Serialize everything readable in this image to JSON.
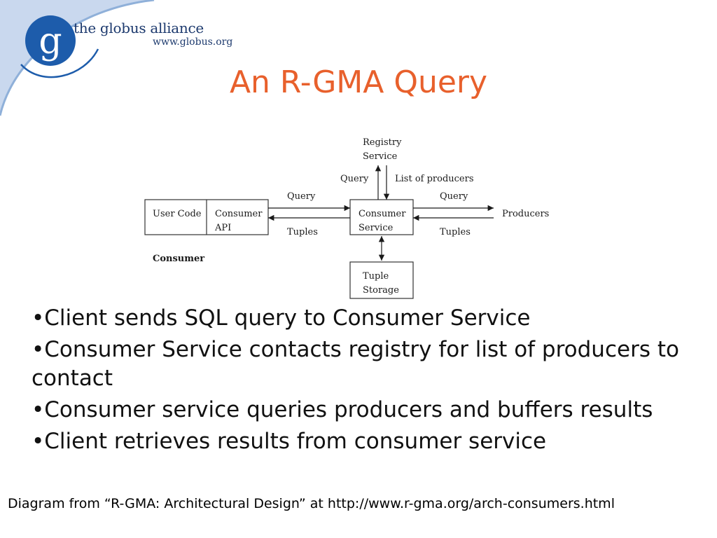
{
  "logo": {
    "org_name": "the globus alliance",
    "url": "www.globus.org",
    "mark_letter": "g",
    "primary_color": "#1d5cab",
    "swoosh_color": "#8fb0d9"
  },
  "title": "An R-GMA Query",
  "title_color": "#e8602c",
  "diagram": {
    "user_code": "User Code",
    "consumer_api": [
      "Consumer",
      "API"
    ],
    "consumer_label": "Consumer",
    "registry_service": [
      "Registry",
      "Service"
    ],
    "consumer_service": [
      "Consumer",
      "Service"
    ],
    "tuple_storage": [
      "Tuple",
      "Storage"
    ],
    "producers": "Producers",
    "query_left": "Query",
    "tuples_left": "Tuples",
    "query_right": "Query",
    "tuples_right": "Tuples",
    "query_up": "Query",
    "list_of_producers": "List of producers"
  },
  "bullets": [
    "•Client sends SQL query to Consumer Service",
    "•Consumer Service contacts registry for list of producers to contact",
    "•Consumer service queries producers and buffers results",
    "•Client retrieves results from consumer service"
  ],
  "caption": "Diagram from “R-GMA: Architectural Design” at http://www.r-gma.org/arch-consumers.html"
}
